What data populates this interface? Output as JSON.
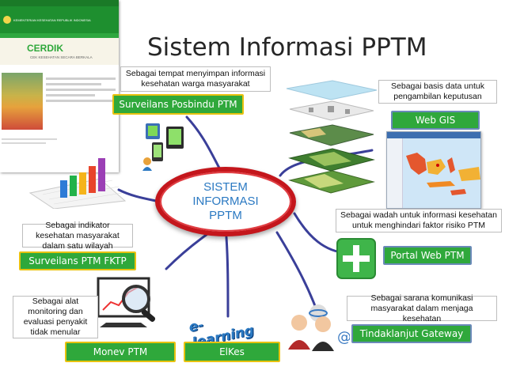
{
  "title": "Sistem Informasi PPTM",
  "center": {
    "line1": "SISTEM",
    "line2": "INFORMASI",
    "line3": "PPTM"
  },
  "nodes": {
    "posbindu": {
      "label": "Surveilans  Posbindu PTM",
      "note": "Sebagai tempat menyimpan informasi kesehatan warga masyarakat"
    },
    "webgis": {
      "label": "Web GIS",
      "note": "Sebagai basis data untuk pengambilan keputusan"
    },
    "fktp": {
      "label": "Surveilans PTM FKTP",
      "note": "Sebagai indikator kesehatan masyarakat dalam satu wilayah"
    },
    "portal": {
      "label": "Portal Web PTM",
      "note": "Sebagai wadah untuk informasi kesehatan untuk menghindari faktor risiko PTM"
    },
    "monev": {
      "label": "Monev PTM",
      "note": "Sebagai alat monitoring dan evaluasi penyakit tidak menular"
    },
    "elkes": {
      "label": "ElKes"
    },
    "gateway": {
      "label": "Tindaklanjut Gateway",
      "note": "Sebagai sarana komunikasi masyarakat dalam menjaga kesehatan"
    }
  },
  "images": {
    "website_header": "KEMENTERIAN KESEHATAN REPUBLIK INDONESIA",
    "website_banner": "CERDIK",
    "website_tagline": "CEK KESEHATAN SECARA BERKALA",
    "elearning_text": "e-learning"
  },
  "colors": {
    "green": "#2fa83b",
    "red": "#c4161c",
    "blue_text": "#2b79c2",
    "curve": "#3a3f99"
  }
}
